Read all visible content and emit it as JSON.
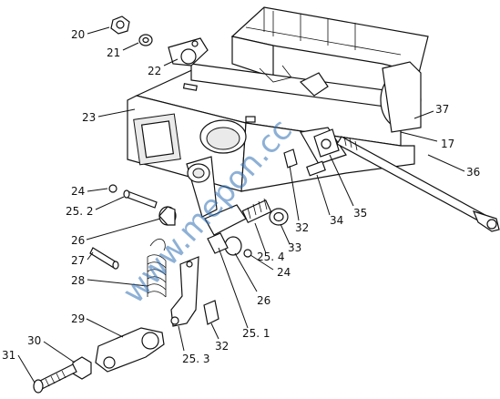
{
  "watermark": "www.mepon.cc",
  "callouts": [
    {
      "id": "20",
      "label": "20"
    },
    {
      "id": "21",
      "label": "21"
    },
    {
      "id": "22",
      "label": "22"
    },
    {
      "id": "23",
      "label": "23"
    },
    {
      "id": "24a",
      "label": "24"
    },
    {
      "id": "25-2",
      "label": "25. 2"
    },
    {
      "id": "26a",
      "label": "26"
    },
    {
      "id": "27",
      "label": "27"
    },
    {
      "id": "28",
      "label": "28"
    },
    {
      "id": "29",
      "label": "29"
    },
    {
      "id": "30",
      "label": "30"
    },
    {
      "id": "31",
      "label": "31"
    },
    {
      "id": "25-3",
      "label": "25. 3"
    },
    {
      "id": "32a",
      "label": "32"
    },
    {
      "id": "25-1",
      "label": "25. 1"
    },
    {
      "id": "26b",
      "label": "26"
    },
    {
      "id": "24b",
      "label": "24"
    },
    {
      "id": "25-4",
      "label": "25. 4"
    },
    {
      "id": "33",
      "label": "33"
    },
    {
      "id": "32b",
      "label": "32"
    },
    {
      "id": "34",
      "label": "34"
    },
    {
      "id": "35",
      "label": "35"
    },
    {
      "id": "36",
      "label": "36"
    },
    {
      "id": "17",
      "label": "17"
    },
    {
      "id": "37",
      "label": "37"
    }
  ],
  "colors": {
    "ink": "#111111",
    "watermark": "#2f6fb5"
  }
}
